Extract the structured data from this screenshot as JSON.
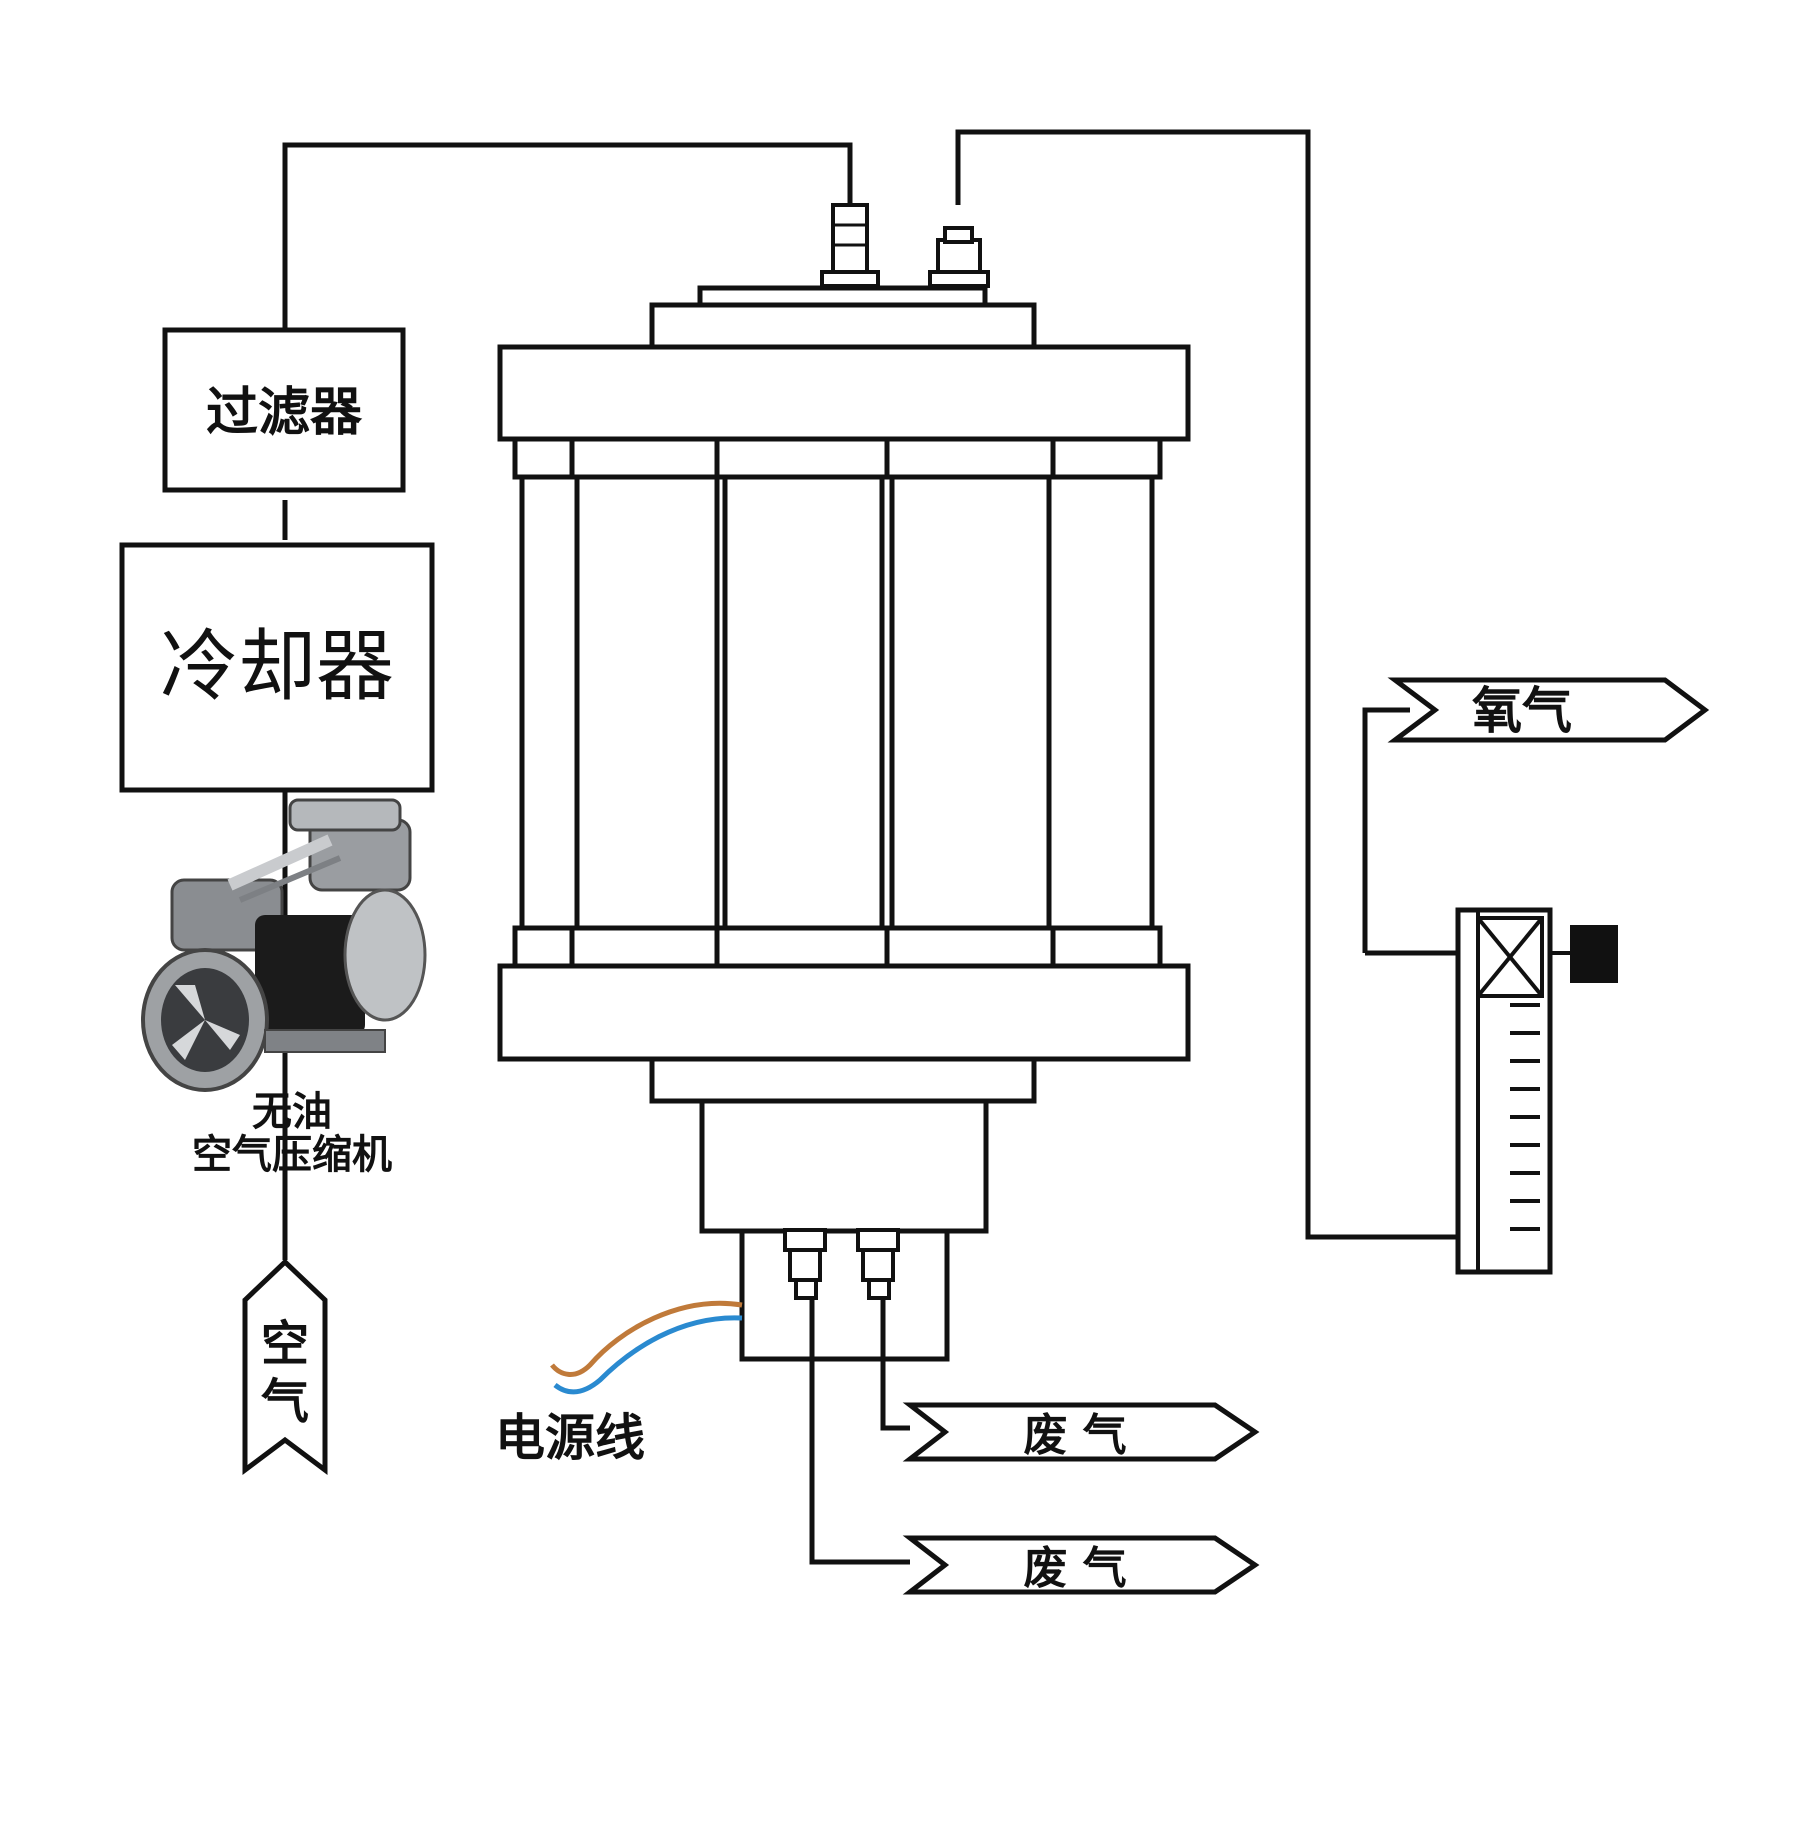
{
  "labels": {
    "filter": "过滤器",
    "cooler": "冷却器",
    "compressor_line1": "无油",
    "compressor_line2": "空气压缩机",
    "air_in": "空气",
    "power_cable": "电源线",
    "oxygen_out": "氧气",
    "exhaust_1": "废 气",
    "exhaust_2": "废 气"
  },
  "colors": {
    "line": "#111111",
    "cable_brown": "#c07a3a",
    "cable_blue": "#2a8ad0"
  }
}
